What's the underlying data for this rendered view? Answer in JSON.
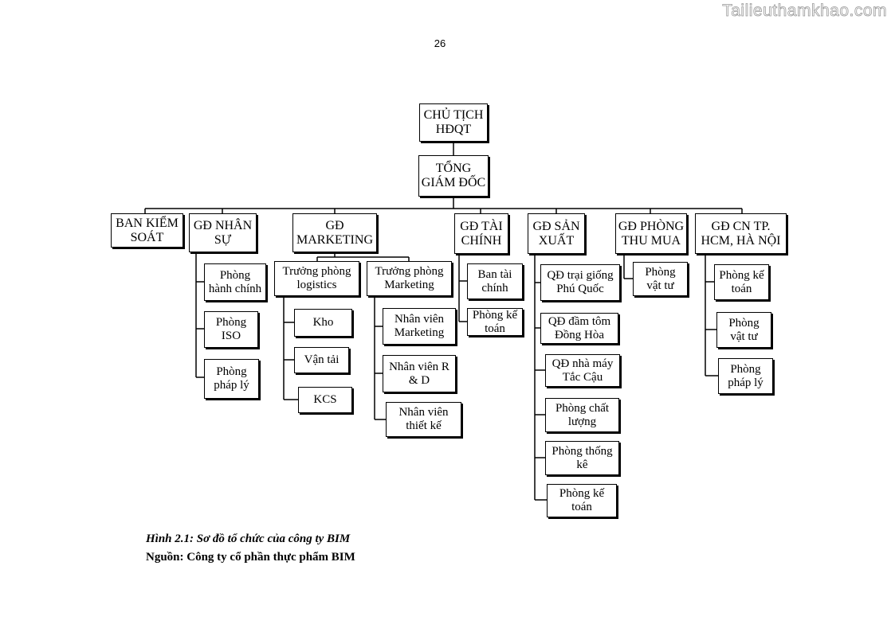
{
  "watermark": "Tailieuthamkhao.com",
  "page_number": "26",
  "org_chart": {
    "chairman": "CHỦ TỊCH\nHĐQT",
    "ceo": "TỔNG\nGIÁM ĐỐC",
    "departments": {
      "supervisory_board": "BAN KIỂM\nSOÁT",
      "hr": "GĐ NHÂN\nSỰ",
      "marketing": "GĐ\nMARKETING",
      "finance": "GĐ TÀI\nCHÍNH",
      "production": "GĐ SẢN\nXUẤT",
      "purchasing": "GĐ PHÒNG\nTHU MUA",
      "branch": "GĐ CN TP.\nHCM, HÀ NỘI"
    },
    "hr_units": [
      "Phòng\nhành chính",
      "Phòng\nISO",
      "Phòng\npháp lý"
    ],
    "marketing_heads": [
      "Trưởng phòng\nlogistics",
      "Trưởng phòng\nMarketing"
    ],
    "logistics_units": [
      "Kho",
      "Vận tải",
      "KCS"
    ],
    "marketing_units": [
      "Nhân viên\nMarketing",
      "Nhân viên R\n& D",
      "Nhân viên\nthiết kế"
    ],
    "finance_units": [
      "Ban tài\nchính",
      "Phòng kế\ntoán"
    ],
    "production_units": [
      "QĐ trại giống\nPhú Quốc",
      "QĐ đầm tôm\nĐồng Hòa",
      "QĐ nhà máy\nTắc Cậu",
      "Phòng chất\nlượng",
      "Phòng thống\nkê",
      "Phòng kế\ntoán"
    ],
    "purchasing_units": [
      "Phòng\nvật tư"
    ],
    "branch_units": [
      "Phòng kế\ntoán",
      "Phòng\nvật tư",
      "Phòng\npháp lý"
    ]
  },
  "caption": {
    "title": "Hình 2.1: Sơ đồ tổ chức của công ty BIM",
    "source": "Nguồn: Công ty cổ phần thực phẩm BIM"
  }
}
